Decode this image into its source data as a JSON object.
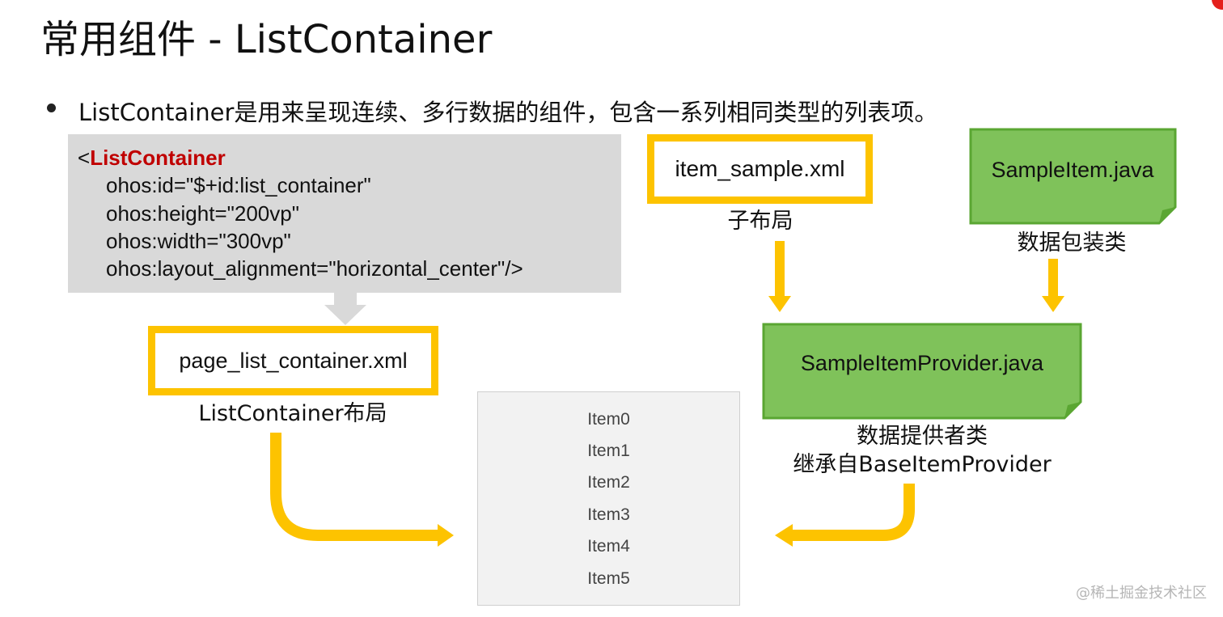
{
  "title": "常用组件 - ListContainer",
  "bullet": "ListContainer是用来呈现连续、多行数据的组件，包含一系列相同类型的列表项。",
  "code": {
    "open_bracket": "<",
    "tag_name": "ListContainer",
    "lines": [
      "ohos:id=\"$+id:list_container\"",
      "ohos:height=\"200vp\"",
      "ohos:width=\"300vp\"",
      "ohos:layout_alignment=\"horizontal_center\"/>"
    ]
  },
  "boxes": {
    "item_sample": "item_sample.xml",
    "sample_item_java": "SampleItem.java",
    "page_list_container": "page_list_container.xml",
    "sample_item_provider": "SampleItemProvider.java"
  },
  "captions": {
    "child_layout": "子布局",
    "data_wrapper": "数据包装类",
    "list_layout": "ListContainer布局",
    "provider_line1": "数据提供者类",
    "provider_line2": "继承自BaseItemProvider"
  },
  "list_items": [
    "Item0",
    "Item1",
    "Item2",
    "Item3",
    "Item4",
    "Item5"
  ],
  "watermark": "@稀土掘金技术社区",
  "colors": {
    "accent_yellow": "#fdc300",
    "note_green": "#7fc25a",
    "note_green_border": "#5aa632",
    "code_bg": "#d9d9d9",
    "tag_red": "#c00000",
    "corner_red": "#e4201c"
  }
}
